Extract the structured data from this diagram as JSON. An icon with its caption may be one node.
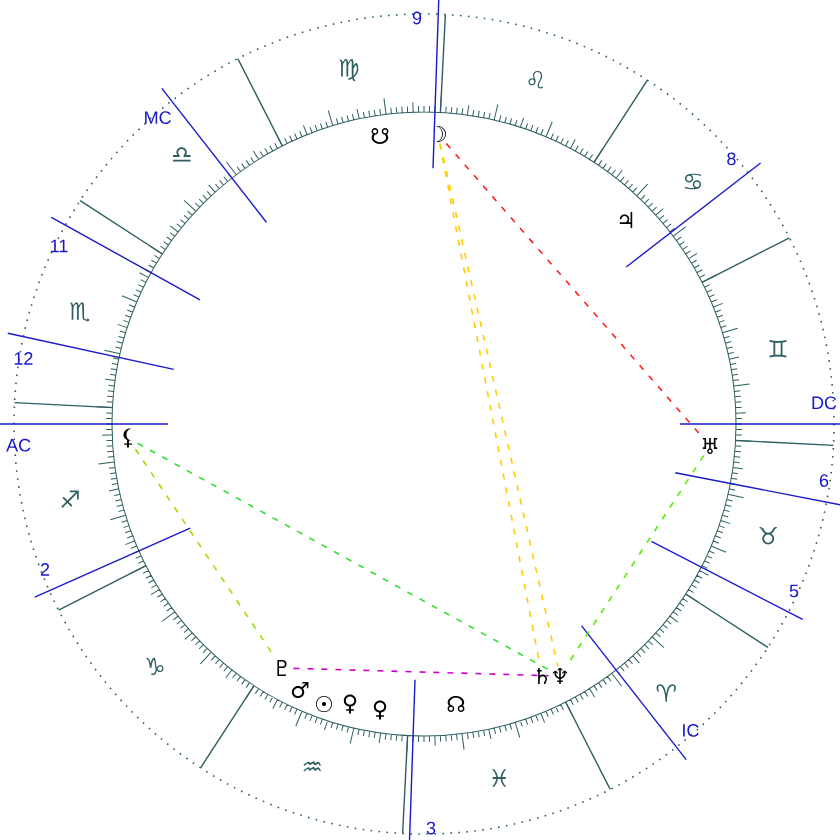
{
  "diagram": {
    "nodes": [
      {
        "text": [
          "☋"
        ]
      },
      {
        "text": [
          "☽"
        ]
      },
      {
        "text": [
          "♃"
        ]
      },
      {
        "text": [
          "⚸"
        ]
      },
      {
        "text": [
          "♅"
        ]
      },
      {
        "text": [
          "♇"
        ]
      },
      {
        "text": [
          "♂"
        ]
      },
      {
        "text": [
          "☉"
        ]
      },
      {
        "text": [
          "♀"
        ]
      },
      {
        "text": [
          "♀"
        ]
      },
      {
        "text": [
          "☊"
        ]
      },
      {
        "text": [
          "♄"
        ]
      },
      {
        "text": [
          "♆"
        ]
      }
    ],
    "edges": [
      {
        "from": 1,
        "to": 4,
        "arrow": "none",
        "style": "dashed",
        "color": "#ff2020"
      },
      {
        "from": 1,
        "to": 11,
        "arrow": "none",
        "style": "dashed",
        "color": "#ffcc00"
      },
      {
        "from": 1,
        "to": 12,
        "arrow": "none",
        "style": "dashed",
        "color": "#ffcc00"
      },
      {
        "from": 3,
        "to": 5,
        "arrow": "none",
        "style": "dashed",
        "color": "#99e000"
      },
      {
        "from": 3,
        "to": 12,
        "arrow": "none",
        "style": "dashed",
        "color": "#33dd33"
      },
      {
        "from": 4,
        "to": 12,
        "arrow": "none",
        "style": "dashed",
        "color": "#55ee00"
      },
      {
        "from": 5,
        "to": 12,
        "arrow": "none",
        "style": "dashed",
        "color": "#cc00cc"
      }
    ],
    "labels": [
      "9",
      "8",
      "DC",
      "6",
      "5",
      "IC",
      "3",
      "2",
      "AC",
      "12",
      "11",
      "MC",
      "♍",
      "♌",
      "♋",
      "♊",
      "♉",
      "♈",
      "♓",
      "♒",
      "♑",
      "♐",
      "♏",
      "♎"
    ]
  }
}
